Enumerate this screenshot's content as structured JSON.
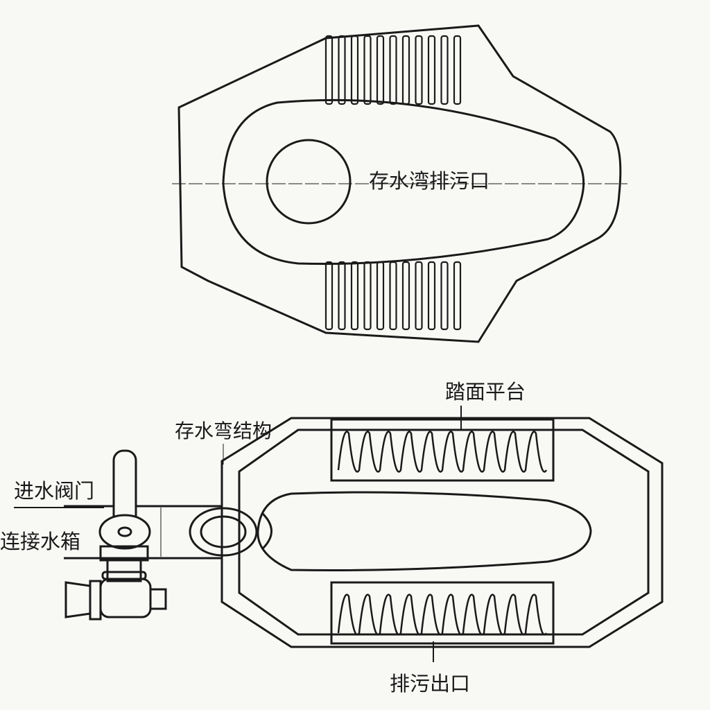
{
  "labels": {
    "trap_outlet": "存水湾排污口",
    "tread_platform": "踏面平台",
    "trap_structure": "存水弯结构",
    "inlet_valve": "进水阀门",
    "connect_tank": "连接水箱",
    "drain_outlet": "排污出口"
  },
  "colors": {
    "line": "#1a1a1a",
    "background": "#f8f8f5"
  }
}
